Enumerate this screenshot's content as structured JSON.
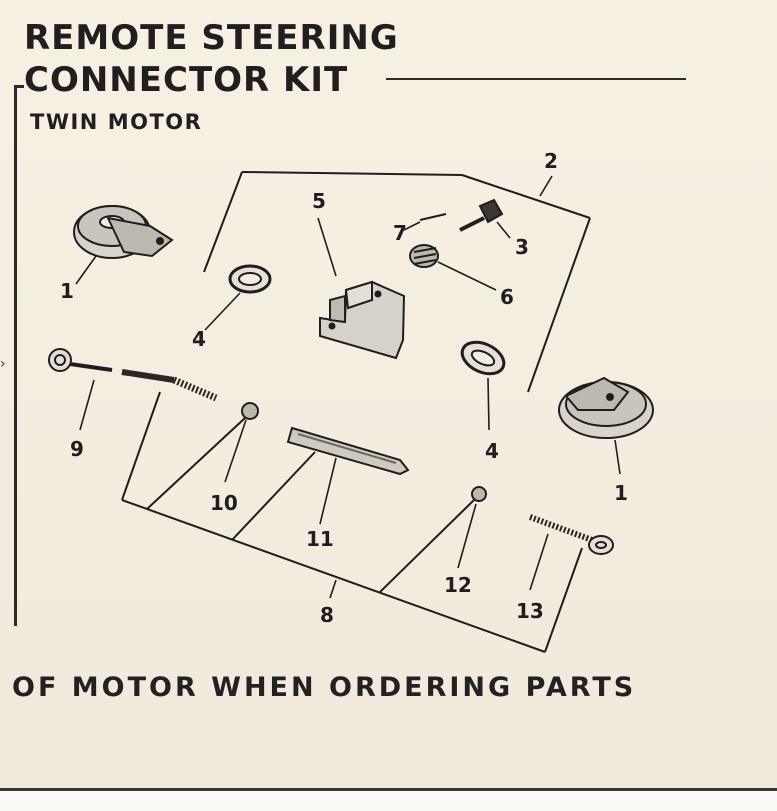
{
  "title": {
    "line1": "REMOTE STEERING",
    "line2": "CONNECTOR KIT",
    "subtitle": "TWIN MOTOR"
  },
  "footer": {
    "text": "OF MOTOR WHEN ORDERING PARTS"
  },
  "callouts": {
    "c1a": "1",
    "c1b": "1",
    "c2": "2",
    "c3": "3",
    "c4a": "4",
    "c4b": "4",
    "c5": "5",
    "c6": "6",
    "c7": "7",
    "c8": "8",
    "c9": "9",
    "c10": "10",
    "c11": "11",
    "c12": "12",
    "c13": "13"
  },
  "colors": {
    "paper": "#f4ede0",
    "ink": "#1e1e1e"
  }
}
